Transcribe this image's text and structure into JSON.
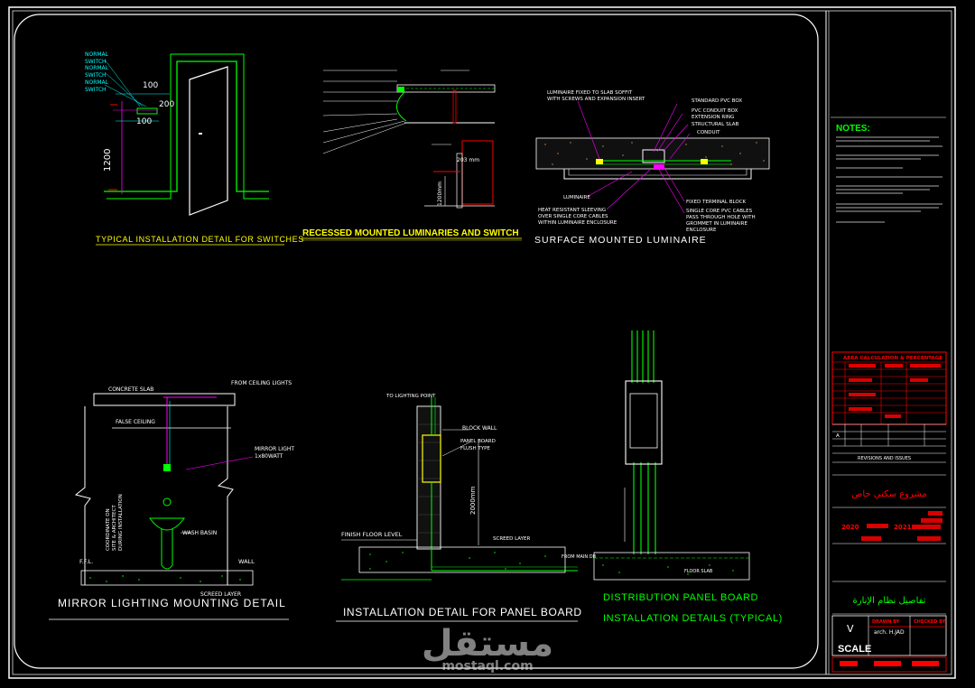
{
  "titles": {
    "switches": "TYPICAL INSTALLATION DETAIL FOR SWITCHES",
    "recessed": "RECESSED MOUNTED LUMINARIES AND SWITCH",
    "surface": "SURFACE MOUNTED LUMINAIRE",
    "mirror": "MIRROR LIGHTING MOUNTING DETAIL",
    "panel": "INSTALLATION DETAIL FOR PANEL BOARD",
    "distribution_1": "DISTRIBUTION PANEL BOARD",
    "distribution_2": "INSTALLATION DETAILS (TYPICAL)"
  },
  "switch_detail": {
    "labels": [
      "NORMAL",
      "SWITCH",
      "NORMAL",
      "SWITCH",
      "NORMAL",
      "SWITCH"
    ],
    "dim_100a": "100",
    "dim_200": "200",
    "dim_100b": "100",
    "dim_1200": "1200"
  },
  "recessed_detail": {
    "dim_203": "203 mm",
    "dim_1200": "1200mm"
  },
  "surface_detail": {
    "luminaire_fixed": [
      "LUMINAIRE FIXED TO SLAB SOFFIT",
      "WITH SCREWS AND EXPANSION INSERT"
    ],
    "standard_pvc_box": "STANDARD PVC BOX",
    "pvc_conduit": [
      "PVC CONDUIT BOX",
      "EXTENSION RING"
    ],
    "structural_slab": "STRUCTURAL SLAB",
    "conduit": "CONDUIT",
    "luminaire": "LUMINAIRE",
    "fixed_terminal": "FIXED TERMINAL BLOCK",
    "heat_resistant": [
      "HEAT RESISTANT SLEEVING",
      "OVER SINGLE CORE CABLES",
      "WITHIN LUMINAIRE ENCLOSURE"
    ],
    "single_core": [
      "SINGLE CORE PVC CABLES",
      "PASS THROUGH HOLE WITH",
      "GROMMET IN LUMINAIRE",
      "ENCLOSURE"
    ]
  },
  "mirror_detail": {
    "concrete_slab": "CONCRETE SLAB",
    "from_ceiling": "FROM CEILING LIGHTS",
    "false_ceiling": "FALSE CEILING",
    "mirror_light": [
      "MIRROR LIGHT",
      "1x80WATT"
    ],
    "coordinate": [
      "COORDINATE ON",
      "SITE & ARCHITECT",
      "DURING INSTALLATION"
    ],
    "wash_basin": "WASH BASIN",
    "ffl": "F.F.L.",
    "wall": "WALL",
    "screed": "SCREED LAYER"
  },
  "panel_detail": {
    "to_lighting": "TO LIGHTING POINT",
    "block_wall": "BLOCK WALL",
    "panel_board": [
      "PANEL BOARD",
      "FLUSH TYPE"
    ],
    "dim_2000": "2000mm",
    "finish_floor": "FINISH FLOOR LEVEL",
    "screed": "SCREED LAYER",
    "from_db": "FROM MAIN DB"
  },
  "distribution_detail": {
    "wall_slab": "FLOOR SLAB"
  },
  "title_block": {
    "notes_heading": "NOTES:",
    "area_table_title": "AREA CALCULATION & PERCENTAGE",
    "revisions": "REVISIONS AND ISSUES",
    "arabic_project": "مشروع سكني خاص",
    "arabic_drawing": "تفاصيل نظام الإنارة",
    "scale_label": "SCALE",
    "scale_value": "V",
    "drawn_by": "DRAWN BY",
    "checked_by": "CHECKED BY",
    "drafter": "arch. H.JAD",
    "rev_row": [
      "A",
      "",
      "",
      "",
      ""
    ],
    "year_left": "2020",
    "year_right": "2021"
  },
  "watermark": {
    "arabic": "مستقل",
    "latin": "mostaql.com"
  }
}
